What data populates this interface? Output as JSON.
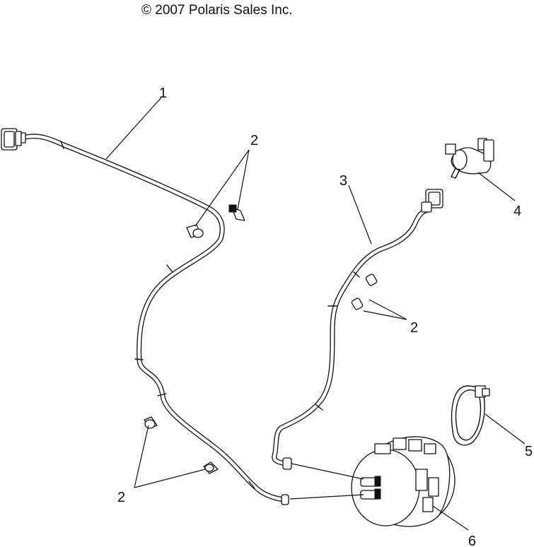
{
  "copyright": "© 2007 Polaris Sales Inc.",
  "callouts": [
    "1",
    "2",
    "3",
    "4",
    "2",
    "5",
    "2",
    "6"
  ],
  "icons": {
    "hose_1": "hose-icon",
    "hose_3": "hose-icon",
    "valve_4": "vacuum-valve-icon",
    "clip_5": "hose-clip-icon",
    "canister_6": "evap-canister-icon",
    "fitting_2": "hose-fitting-icon"
  }
}
